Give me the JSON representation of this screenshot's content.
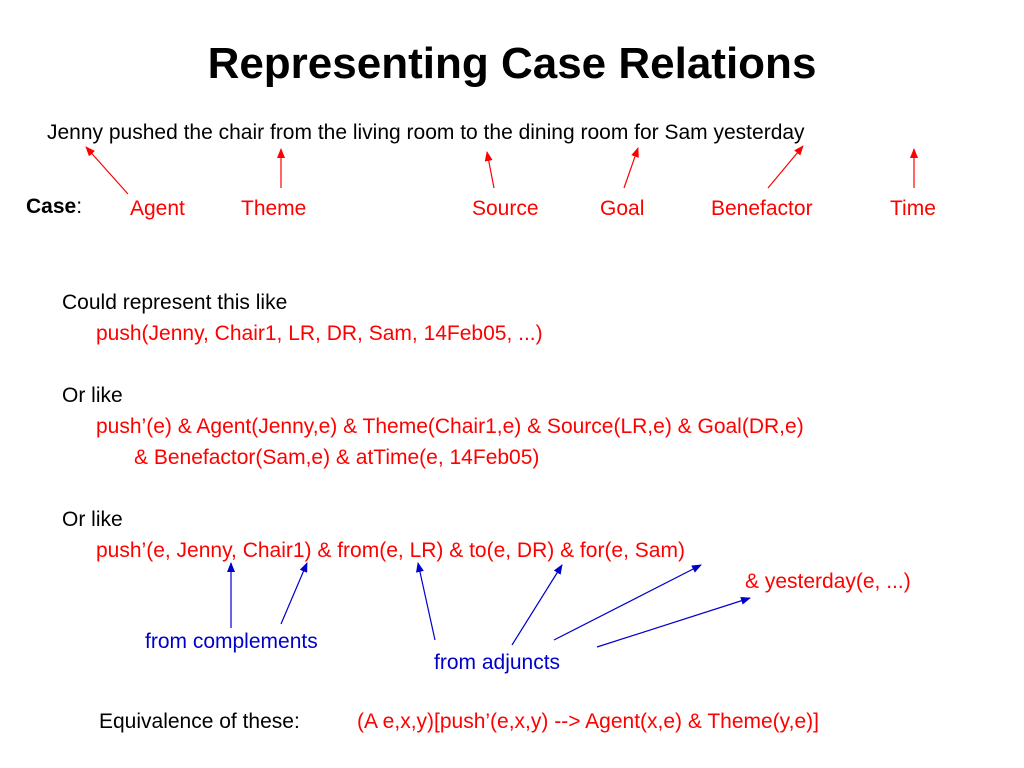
{
  "title": "Representing Case Relations",
  "sentence": "Jenny pushed the chair  from the living room to the dining room for Sam yesterday",
  "case_label": {
    "bold": "Case",
    "colon": ":"
  },
  "roles": [
    "Agent",
    "Theme",
    "Source",
    "Goal",
    "Benefactor",
    "Time"
  ],
  "rep1": {
    "intro": "Could represent this like",
    "formula": "push(Jenny, Chair1, LR, DR, Sam, 14Feb05, ...)"
  },
  "rep2": {
    "intro": "Or like",
    "formula_line1": "push’(e) & Agent(Jenny,e) & Theme(Chair1,e) & Source(LR,e) & Goal(DR,e)",
    "formula_line2": "& Benefactor(Sam,e)  & atTime(e, 14Feb05)"
  },
  "rep3": {
    "intro": "Or like",
    "formula_line1": "push’(e, Jenny, Chair1) & from(e, LR) & to(e, DR) & for(e, Sam)",
    "formula_line2": "& yesterday(e, ...)"
  },
  "annotations": {
    "complements": "from complements",
    "adjuncts": "from adjuncts"
  },
  "equivalence": {
    "label": "Equivalence of these:",
    "formula": "(A e,x,y)[push’(e,x,y) --> Agent(x,e) & Theme(y,e)]"
  },
  "colors": {
    "red": "#ff0000",
    "blue": "#0000cc",
    "text": "#000000"
  }
}
